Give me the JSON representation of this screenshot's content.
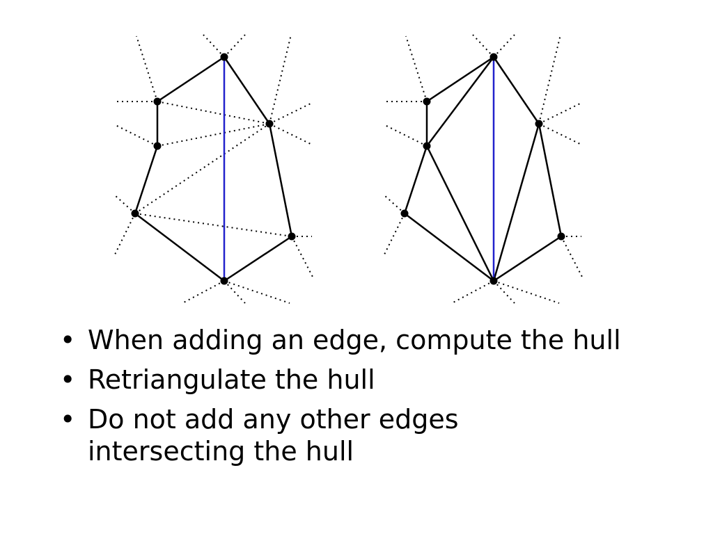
{
  "slide": {
    "bullets": [
      "When adding an edge, compute the hull",
      "Retriangulate the hull",
      "Do not add any other edges intersecting the hull"
    ]
  },
  "diagram": {
    "colors": {
      "edge": "#000000",
      "new_edge": "#2222cc",
      "candidate_edge": "#000000",
      "vertex": "#000000"
    },
    "panels": [
      {
        "name": "before",
        "description": "polygon hull with inserted edge and dotted edges intersecting it"
      },
      {
        "name": "after",
        "description": "hull retriangulated around inserted edge"
      }
    ]
  }
}
